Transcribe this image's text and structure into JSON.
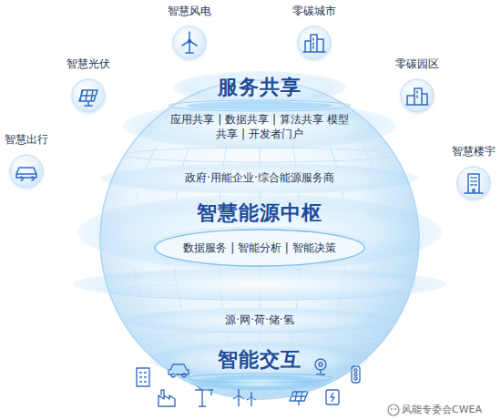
{
  "diagram": {
    "nodes": [
      {
        "text": [
          "智慧风电"
        ]
      },
      {
        "text": [
          "零碳城市"
        ]
      },
      {
        "text": [
          "智慧光伏"
        ]
      },
      {
        "text": [
          "零碳园区"
        ]
      },
      {
        "text": [
          "智慧出行"
        ]
      },
      {
        "text": [
          "智慧楼宇"
        ]
      },
      {
        "text": [
          "政府·用能企业·综合能源服务商",
          "智慧能源中枢",
          "源·网·荷·储·氢"
        ]
      },
      {
        "text": [
          "服务共享",
          "应用共享 | 数据共享 | 算法共享 模型共享 | 开发者门户"
        ],
        "in": 6
      },
      {
        "text": [
          "数据服务 | 智能分析 | 智能决策"
        ],
        "in": 6
      },
      {
        "text": [
          "智能交互"
        ],
        "in": 6
      }
    ],
    "labels": [
      "风能专委会CWEA"
    ]
  }
}
